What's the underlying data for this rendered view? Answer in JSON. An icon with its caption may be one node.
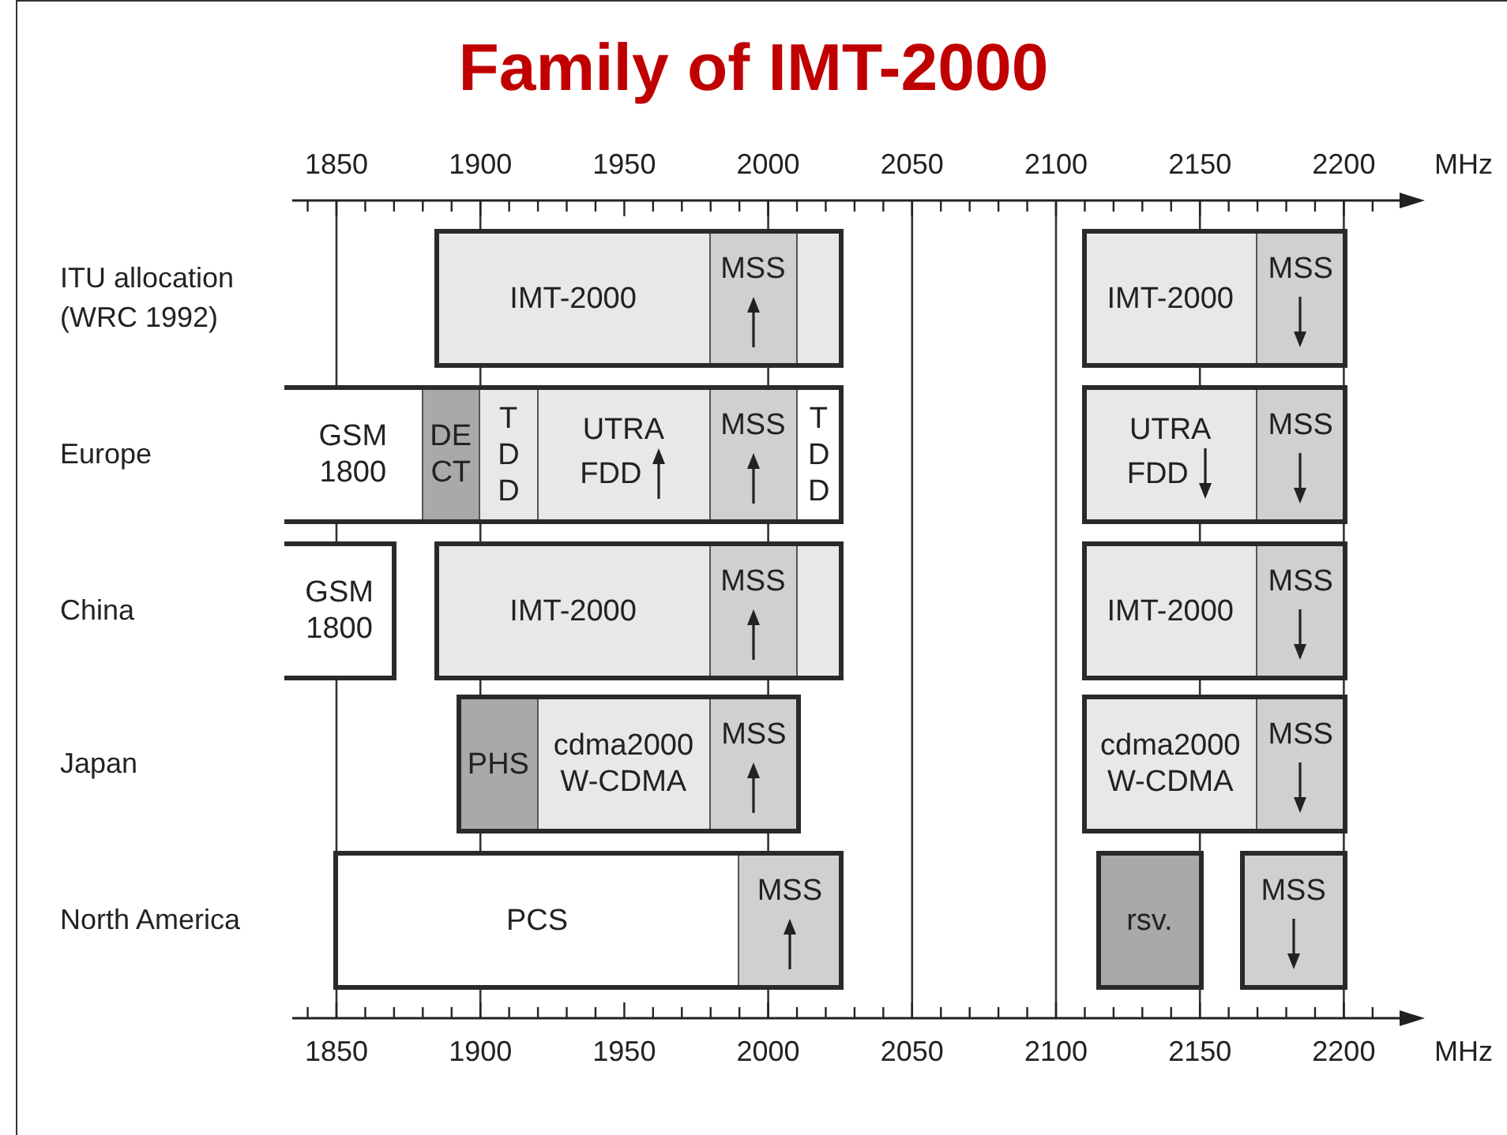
{
  "diagram": {
    "title": "Family of IMT-2000",
    "nodes": [
      {
        "text": [
          "IMT-2000"
        ]
      },
      {
        "text": [
          "MSS"
        ]
      },
      {
        "text": [],
        "shape": "box"
      },
      {
        "text": [
          "IMT-2000"
        ]
      },
      {
        "text": [
          "MSS"
        ]
      },
      {
        "text": [
          "GSM 1800"
        ]
      },
      {
        "text": [
          "DECT"
        ]
      },
      {
        "text": [
          "TDD"
        ]
      },
      {
        "text": [
          "UTRA FDD"
        ]
      },
      {
        "text": [
          "MSS"
        ]
      },
      {
        "text": [
          "TDD"
        ]
      },
      {
        "text": [
          "UTRA FDD"
        ]
      },
      {
        "text": [
          "MSS"
        ]
      },
      {
        "text": [
          "GSM 1800"
        ]
      },
      {
        "text": [
          "IMT-2000"
        ]
      },
      {
        "text": [
          "MSS"
        ]
      },
      {
        "text": [],
        "shape": "box"
      },
      {
        "text": [
          "IMT-2000"
        ]
      },
      {
        "text": [
          "MSS"
        ]
      },
      {
        "text": [
          "PHS"
        ]
      },
      {
        "text": [
          "cdma2000 W-CDMA"
        ]
      },
      {
        "text": [
          "MSS"
        ]
      },
      {
        "text": [
          "cdma2000 W-CDMA"
        ]
      },
      {
        "text": [
          "MSS"
        ]
      },
      {
        "text": [
          "PCS"
        ]
      },
      {
        "text": [
          "MSS"
        ]
      },
      {
        "text": [
          "rsv."
        ]
      },
      {
        "text": [
          "MSS"
        ]
      }
    ],
    "labels": [
      "1850",
      "1900",
      "1950",
      "2000",
      "2050",
      "2100",
      "2150",
      "2200",
      "MHz",
      "ITU allocation (WRC 1992)",
      "Europe",
      "China",
      "Japan",
      "North America",
      "1850",
      "1900",
      "1950",
      "2000",
      "2050",
      "2100",
      "2150",
      "2200",
      "MHz"
    ]
  }
}
